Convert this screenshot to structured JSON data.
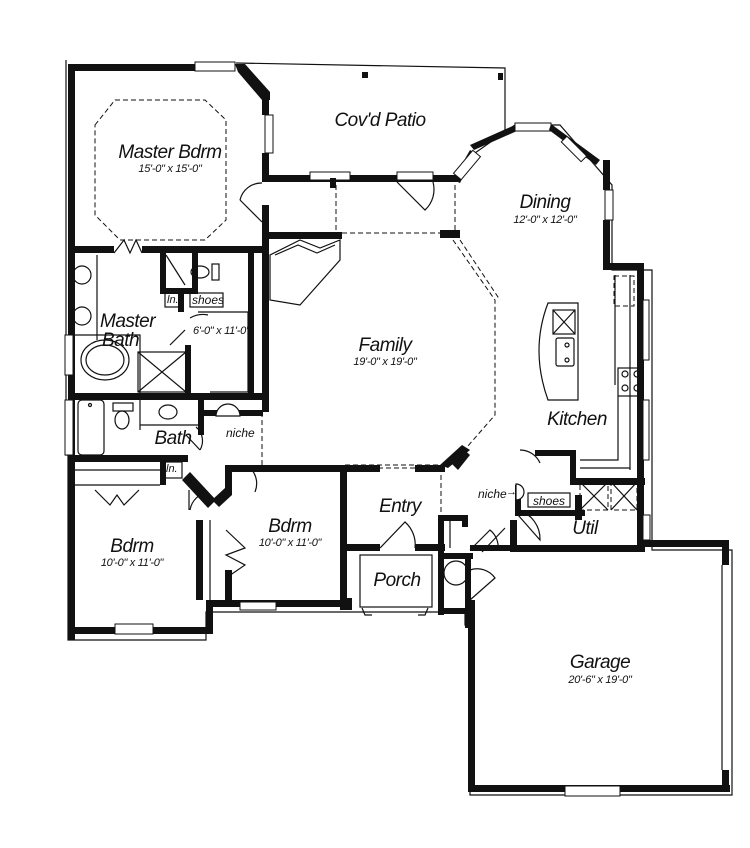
{
  "plan": {
    "type": "house-floor-plan",
    "rooms": [
      {
        "id": "master-bdrm",
        "name": "Master Bdrm",
        "size": "15'-0\" x 15'-0\""
      },
      {
        "id": "covd-patio",
        "name": "Cov'd Patio",
        "size": ""
      },
      {
        "id": "dining",
        "name": "Dining",
        "size": "12'-0\" x 12'-0\""
      },
      {
        "id": "family",
        "name": "Family",
        "size": "19'-0\" x 19'-0\""
      },
      {
        "id": "master-bath",
        "name": "Master Bath",
        "name_line1": "Master",
        "name_line2": "Bath",
        "size": "6'-0\" x 11'-0\""
      },
      {
        "id": "kitchen",
        "name": "Kitchen",
        "size": ""
      },
      {
        "id": "bath",
        "name": "Bath",
        "size": ""
      },
      {
        "id": "bdrm-1",
        "name": "Bdrm",
        "size": "10'-0\" x 11'-0\""
      },
      {
        "id": "bdrm-2",
        "name": "Bdrm",
        "size": "10'-0\" x 11'-0\""
      },
      {
        "id": "entry",
        "name": "Entry",
        "size": ""
      },
      {
        "id": "porch",
        "name": "Porch",
        "size": ""
      },
      {
        "id": "util",
        "name": "Util",
        "size": ""
      },
      {
        "id": "garage",
        "name": "Garage",
        "size": "20'-6\" x 19'-0\""
      }
    ],
    "annotations": {
      "linen_1": "ln.",
      "linen_2": "ln.",
      "shoes_master": "shoes",
      "shoes_util": "shoes",
      "niche_hall": "niche",
      "niche_util": "niche"
    }
  }
}
